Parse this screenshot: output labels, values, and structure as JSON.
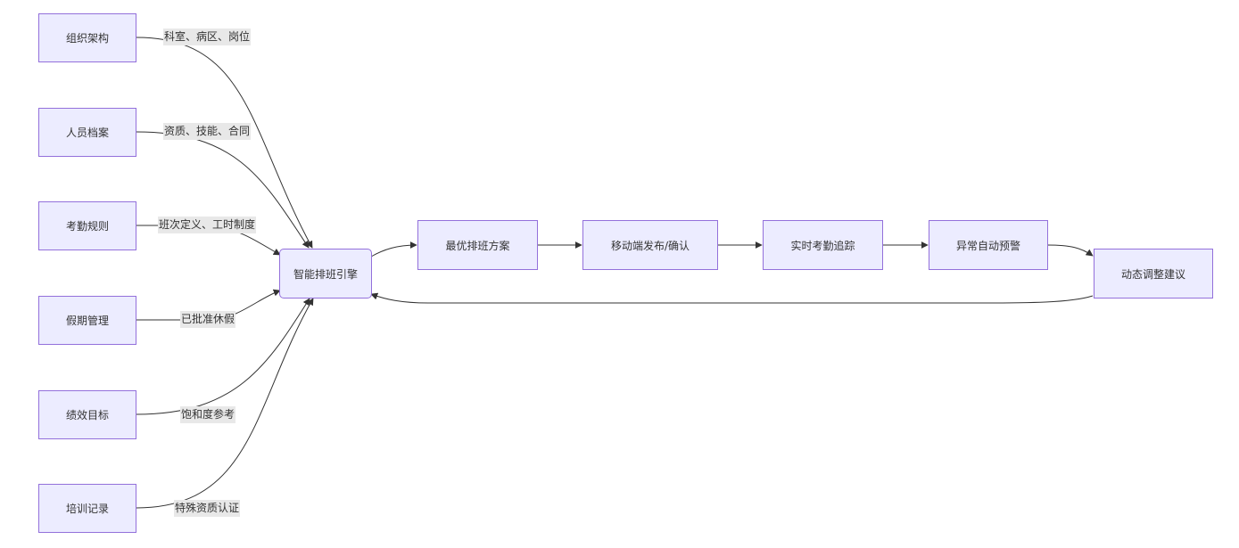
{
  "colors": {
    "node_fill": "#ECECFF",
    "node_border": "#9370DB",
    "edge": "#333333",
    "label_bg": "#e8e8e8",
    "text": "#333333"
  },
  "nodes": {
    "org": "组织架构",
    "staff": "人员档案",
    "attendance_rules": "考勤规则",
    "leave": "假期管理",
    "performance": "绩效目标",
    "training": "培训记录",
    "engine": "智能排班引擎",
    "optimal_plan": "最优排班方案",
    "mobile_publish": "移动端发布/确认",
    "realtime_tracking": "实时考勤追踪",
    "anomaly_alert": "异常自动预警",
    "dynamic_adjust": "动态调整建议"
  },
  "edge_labels": {
    "org": "科室、病区、岗位",
    "staff": "资质、技能、合同",
    "attendance_rules": "班次定义、工时制度",
    "leave": "已批准休假",
    "performance": "饱和度参考",
    "training": "特殊资质认证"
  }
}
